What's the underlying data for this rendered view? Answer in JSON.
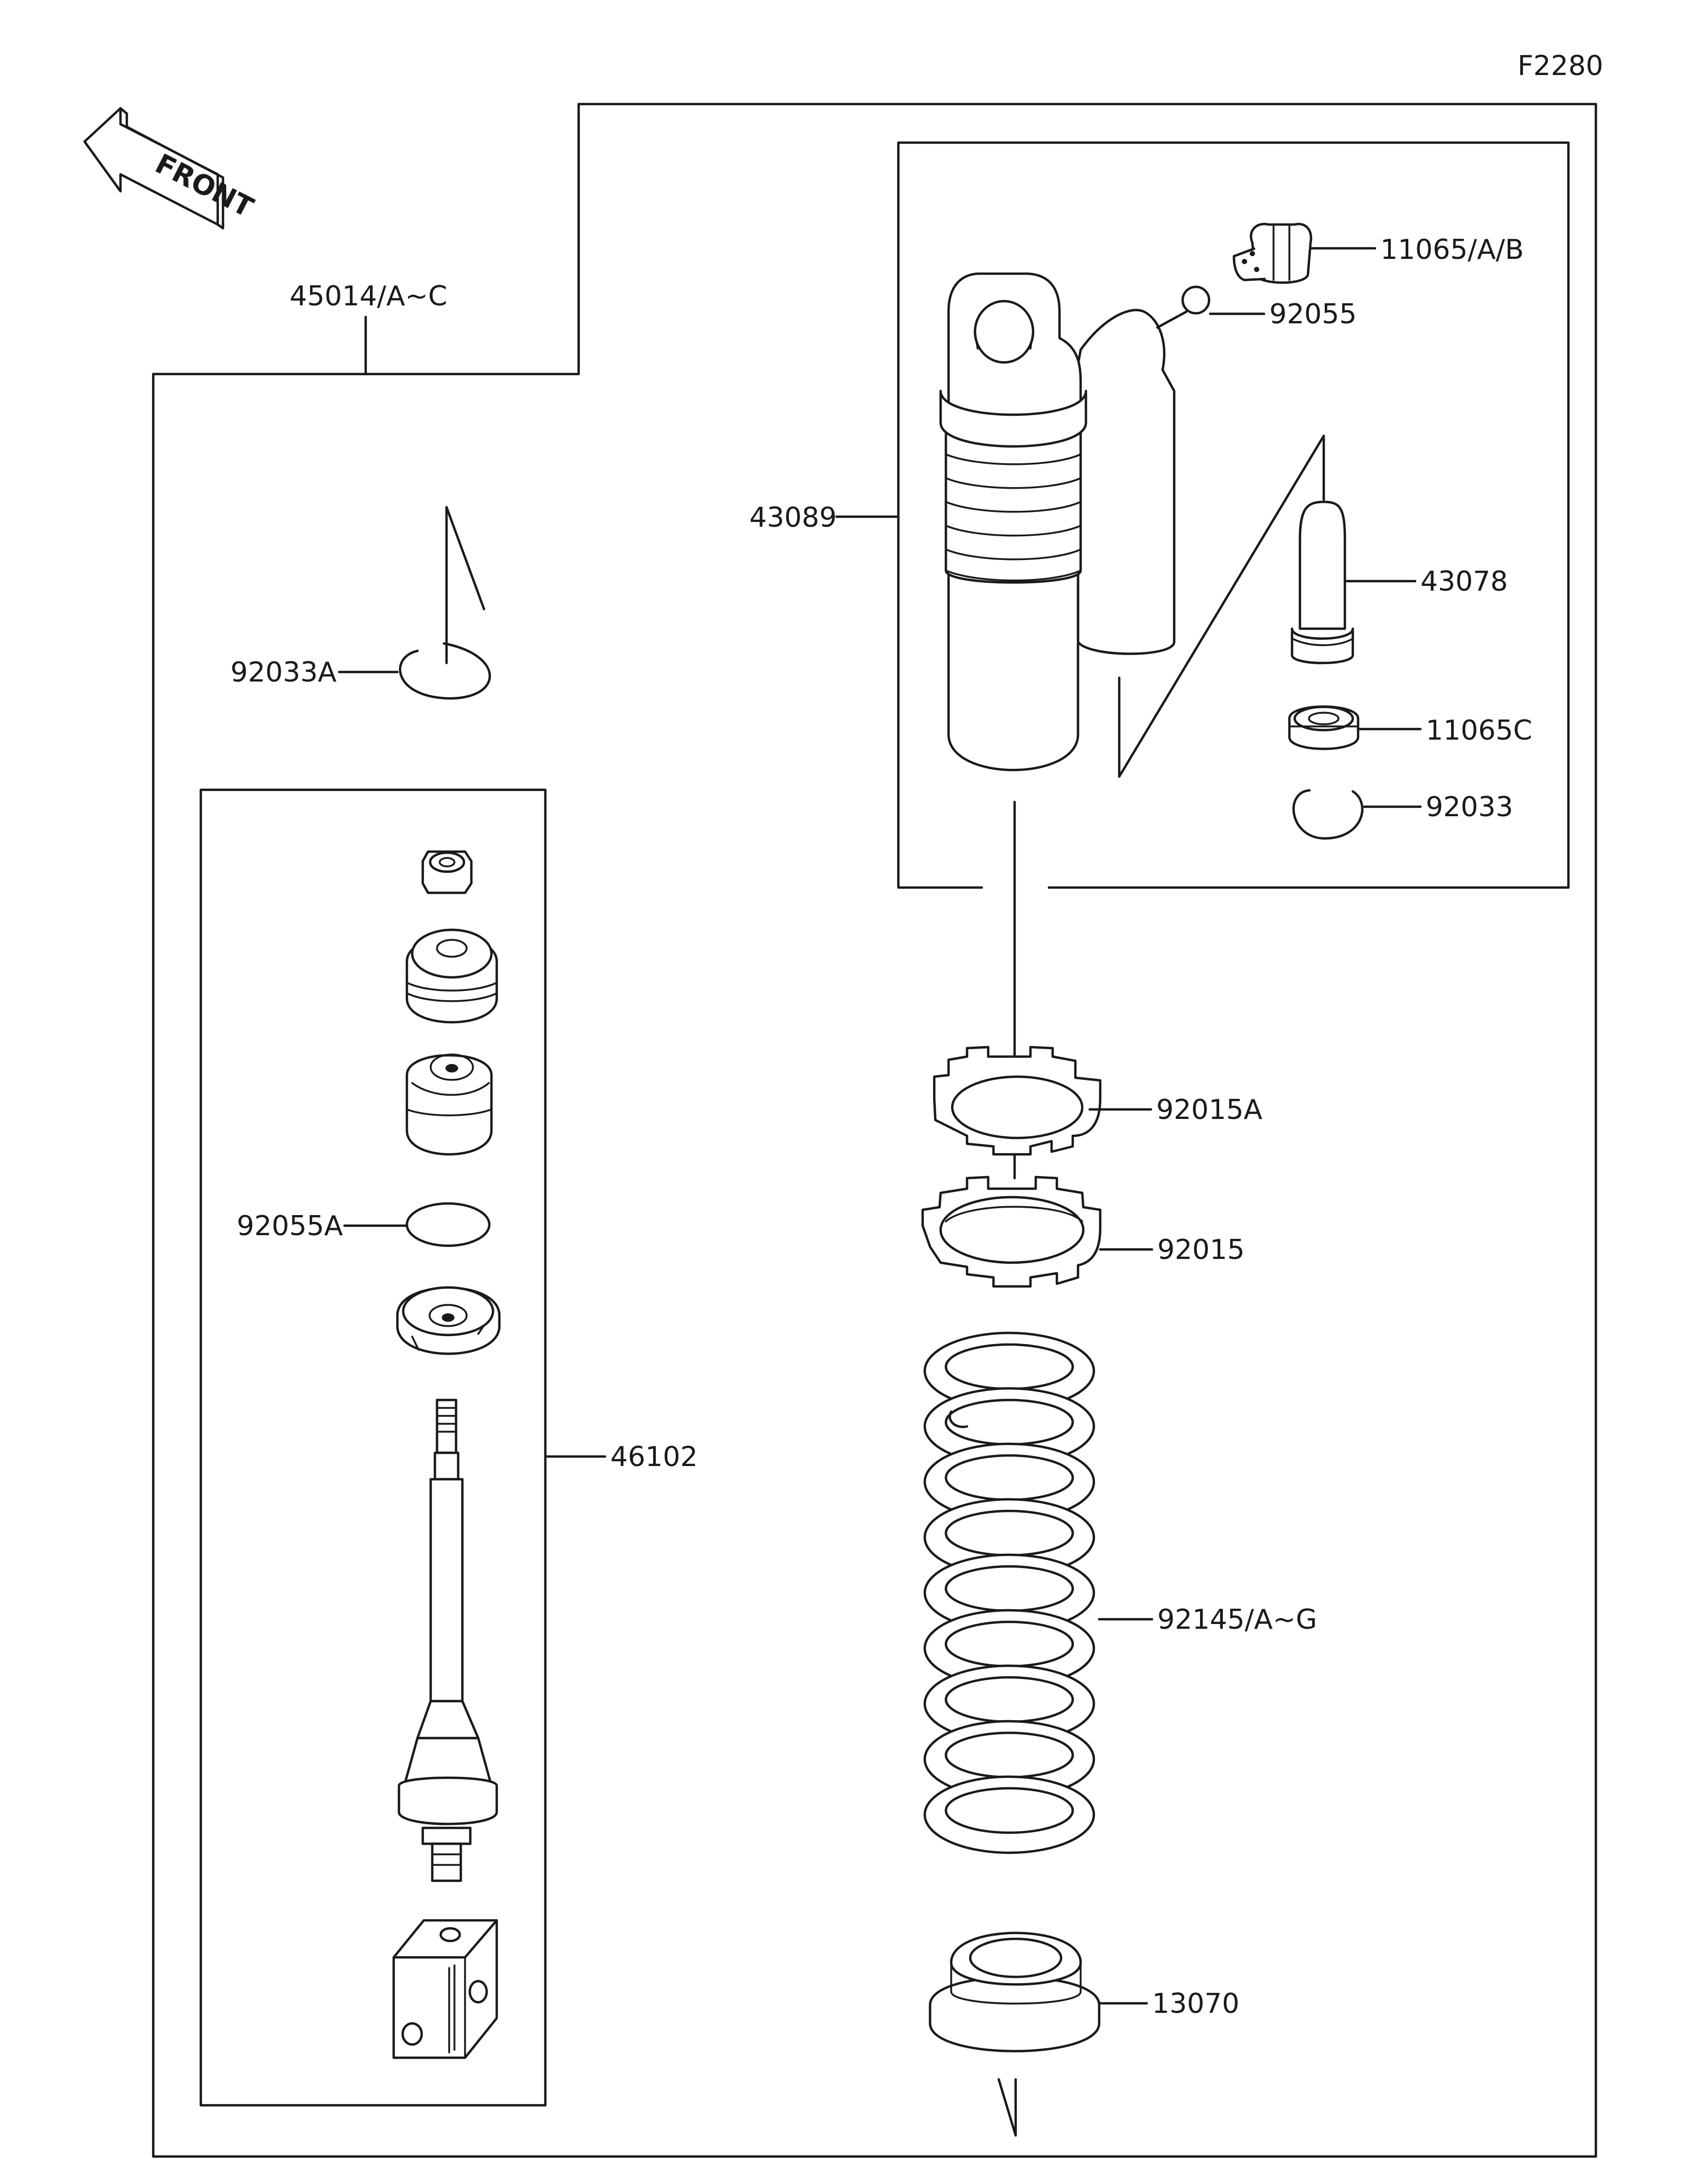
{
  "figure_code": "F2280",
  "front_label": "FRONT",
  "icons": {
    "front_arrow": "front-direction-arrow-icon"
  },
  "parts": {
    "assembly": "45014/A~C",
    "snap_ring_a": "92033A",
    "body_assembly": "43089",
    "valve": "11065/A/B",
    "oring": "92055",
    "bladder": "43078",
    "cap": "11065C",
    "snap_ring": "92033",
    "nut_a": "92015A",
    "nut": "92015",
    "spring": "92145/A~G",
    "spring_seat": "13070",
    "rod_assembly": "46102",
    "oring_a": "92055A"
  }
}
